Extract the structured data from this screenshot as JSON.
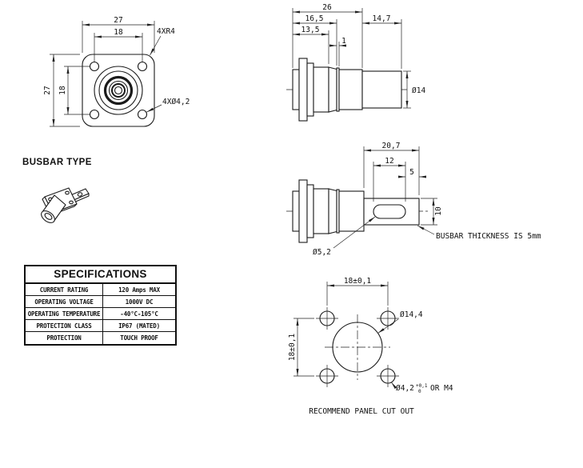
{
  "front_view": {
    "dim_outer_width": "27",
    "dim_inner_width": "18",
    "dim_outer_height": "27",
    "dim_inner_height": "18",
    "label_corner_radius": "4XR4",
    "label_holes": "4XØ4,2"
  },
  "busbar_type": {
    "label": "BUSBAR TYPE"
  },
  "specifications": {
    "title": "SPECIFICATIONS",
    "rows": [
      {
        "label": "CURRENT RATING",
        "value": "120 Amps MAX"
      },
      {
        "label": "OPERATING VOLTAGE",
        "value": "1000V DC"
      },
      {
        "label": "OPERATING TEMPERATURE",
        "value": "-40°C-105°C"
      },
      {
        "label": "PROTECTION CLASS",
        "value": "IP67 (MATED)"
      },
      {
        "label": "PROTECTION",
        "value": "TOUCH PROOF"
      }
    ]
  },
  "side_view": {
    "dim_total_length": "26",
    "dim_collar": "16,5",
    "dim_body": "13,5",
    "dim_step": "1",
    "dim_shaft_length": "14,7",
    "dim_shaft_dia": "Ø14"
  },
  "busbar_view": {
    "dim_tab_length": "20,7",
    "dim_slot_length": "12",
    "dim_slot_offset": "5",
    "dim_tab_width": "10",
    "dim_slot_dia": "Ø5,2",
    "note": "BUSBAR THICKNESS IS 5mm"
  },
  "panel_cutout": {
    "dim_h": "18±0,1",
    "dim_v": "18±0,1",
    "dia_center": "Ø14,4",
    "dia_mount": "Ø4,2",
    "tol_upper": "+0,1",
    "tol_lower": "0",
    "suffix": "OR M4",
    "caption": "RECOMMEND PANEL CUT OUT"
  }
}
